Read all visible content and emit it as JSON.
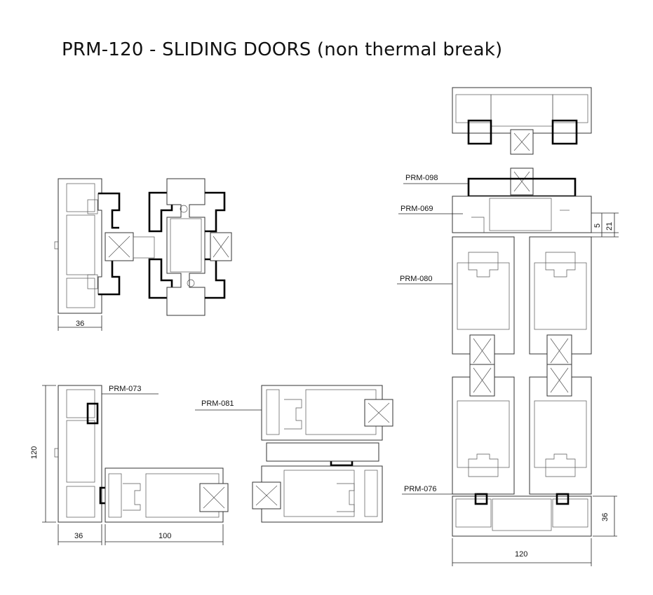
{
  "title": "PRM-120 - SLIDING DOORS (non thermal break)",
  "labels": {
    "prm098": "PRM-098",
    "prm069": "PRM-069",
    "prm080": "PRM-080",
    "prm073": "PRM-073",
    "prm081": "PRM-081",
    "prm076": "PRM-076"
  },
  "dimensions": {
    "d36_top": "36",
    "d5": "5",
    "d21": "21",
    "d120_left": "120",
    "d36_bottom": "36",
    "d100": "100",
    "d36_right": "36",
    "d120_bottom": "120"
  }
}
